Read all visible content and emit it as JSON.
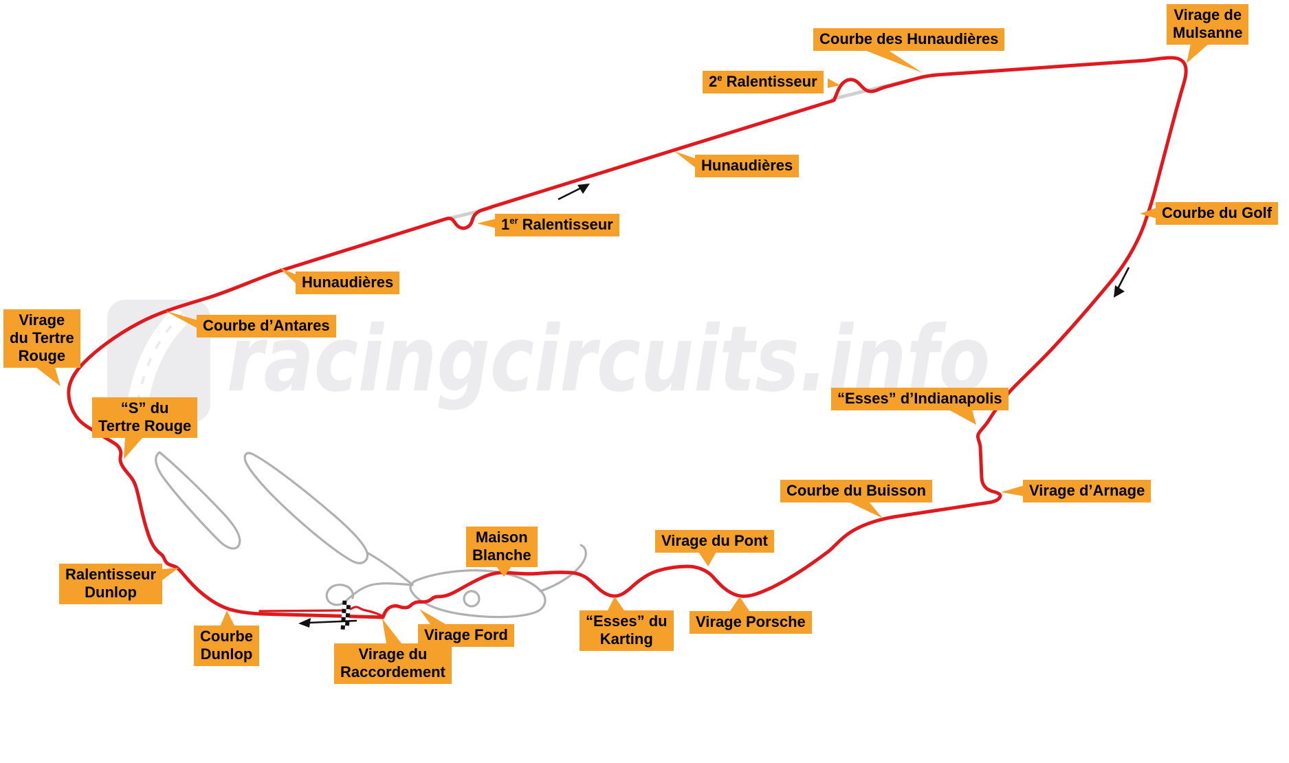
{
  "watermark": {
    "text": "racingcircuits.info"
  },
  "colors": {
    "track_red": "#E0191E",
    "label_orange": "#F5A02B",
    "bugatti_gray": "#B0B0B0",
    "bypass_gray": "#CFCFCF",
    "watermark_gray": "#ECECEE"
  },
  "track": {
    "direction_arrows": 3,
    "start_finish_marker": "checkered-flag"
  },
  "labels": [
    {
      "text": "Virage de\nMulsanne"
    },
    {
      "text": "Courbe des Hunaudières"
    },
    {
      "pre": "2",
      "sup": "e",
      "post": " Ralentisseur"
    },
    {
      "text": "Hunaudières"
    },
    {
      "pre": "1",
      "sup": "er",
      "post": " Ralentisseur"
    },
    {
      "text": "Hunaudières"
    },
    {
      "text": "Courbe d’Antares"
    },
    {
      "text": "Virage\ndu Tertre\nRouge"
    },
    {
      "text": "“S” du\nTertre Rouge"
    },
    {
      "text": "Ralentisseur\nDunlop"
    },
    {
      "text": "Courbe\nDunlop"
    },
    {
      "text": "Virage du\nRaccordement"
    },
    {
      "text": "Virage Ford"
    },
    {
      "text": "Maison\nBlanche"
    },
    {
      "text": "“Esses” du\nKarting"
    },
    {
      "text": "Virage du Pont"
    },
    {
      "text": "Virage Porsche"
    },
    {
      "text": "Courbe du Buisson"
    },
    {
      "text": "Virage d’Arnage"
    },
    {
      "text": "“Esses” d’Indianapolis"
    },
    {
      "text": "Courbe du Golf"
    }
  ]
}
